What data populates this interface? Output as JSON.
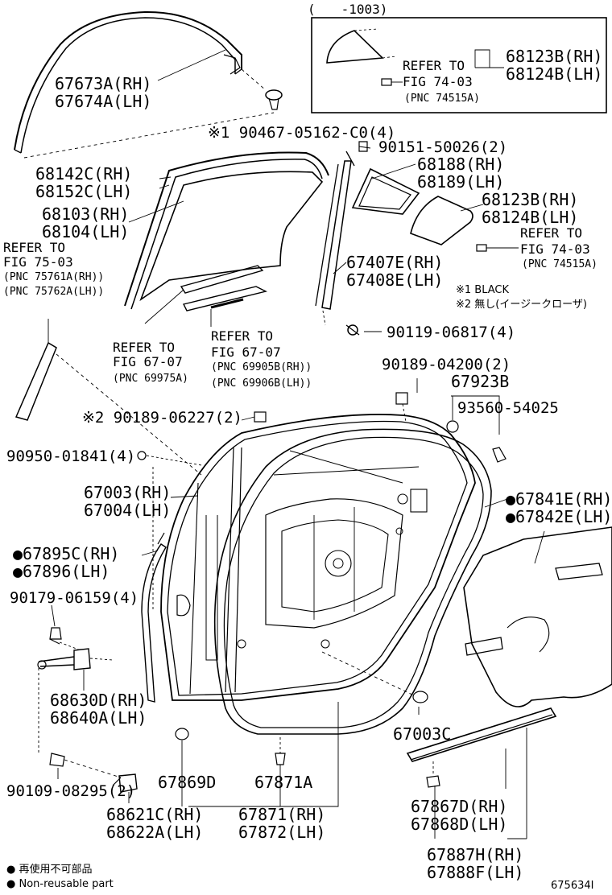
{
  "inset": {
    "date_range": "(　　-1003)",
    "refer_to": "REFER TO",
    "fig": "FIG 74-03",
    "pnc": "(PNC 74515A)",
    "part_rh": "68123B(RH)",
    "part_lh": "68124B(LH)"
  },
  "labels": {
    "p67673a": "67673A(RH)",
    "p67674a": "67674A(LH)",
    "p90467": "※1 90467-05162-C0(4)",
    "p90151": "90151-50026(2)",
    "p68142c": "68142C(RH)",
    "p68152c": "68152C(LH)",
    "p68188": "68188(RH)",
    "p68189": "68189(LH)",
    "p68103": "68103(RH)",
    "p68104": "68104(LH)",
    "p68123b": "68123B(RH)",
    "p68124b": "68124B(LH)",
    "refer_7403": "REFER TO",
    "fig_7403": "FIG 74-03",
    "pnc_7403": "(PNC 74515A)",
    "refer_7503": "REFER TO",
    "fig_7503": "FIG 75-03",
    "pnc_75761a": "(PNC 75761A(RH))",
    "pnc_75762a": "(PNC 75762A(LH))",
    "p67407e": "67407E(RH)",
    "p67408e": "67408E(LH)",
    "note1": "※1 BLACK",
    "note2": "※2 無し(イージークローザ)",
    "refer_6707a": "REFER TO",
    "fig_6707a": "FIG 67-07",
    "pnc_69975a": "(PNC 69975A)",
    "refer_6707b": "REFER TO",
    "fig_6707b": "FIG 67-07",
    "pnc_69905b": "(PNC 69905B(RH))",
    "pnc_69906b": "(PNC 69906B(LH))",
    "p90119": "90119-06817(4)",
    "p90189_04200": "90189-04200(2)",
    "p67923b": "67923B",
    "p93560": "93560-54025",
    "p90189_06227": "※2 90189-06227(2)",
    "p90950": "90950-01841(4)",
    "p67003": "67003(RH)",
    "p67004": "67004(LH)",
    "p67841e": "●67841E(RH)",
    "p67842e": "●67842E(LH)",
    "p67895c": "●67895C(RH)",
    "p67896": "●67896(LH)",
    "p90179": "90179-06159(4)",
    "p68630d": "68630D(RH)",
    "p68640a": "68640A(LH)",
    "p67003c": "67003C",
    "p67869d": "67869D",
    "p67871a": "67871A",
    "p90109": "90109-08295(2)",
    "p67867d": "67867D(RH)",
    "p67868d": "67868D(LH)",
    "p68621c": "68621C(RH)",
    "p68622a": "68622A(LH)",
    "p67871": "67871(RH)",
    "p67872": "67872(LH)",
    "p67887h": "67887H(RH)",
    "p67888f": "67888F(LH)"
  },
  "legend": {
    "line1": "● 再使用不可部品",
    "line2": "● Non-reusable part"
  },
  "figure_id": "675634I"
}
